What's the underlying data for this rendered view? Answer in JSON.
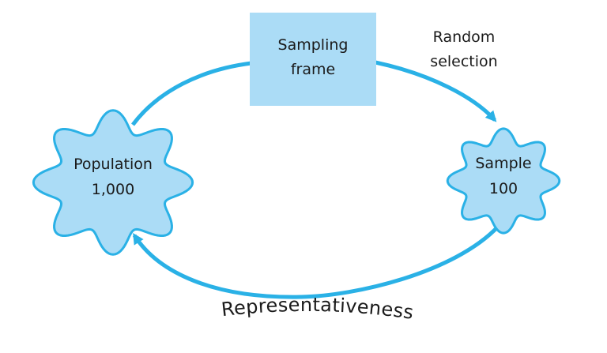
{
  "diagram": {
    "sampling_frame": {
      "line1": "Sampling",
      "line2": "frame"
    },
    "population": {
      "line1": "Population",
      "line2": "1,000"
    },
    "sample": {
      "line1": "Sample",
      "line2": "100"
    },
    "random_selection": {
      "line1": "Random",
      "line2": "selection"
    },
    "representativeness": "Representativeness"
  },
  "colors": {
    "shape_fill": "#abdcf6",
    "shape_stroke": "#2ab1e6",
    "arrow": "#2ab1e6",
    "text": "#1a1a1a"
  }
}
